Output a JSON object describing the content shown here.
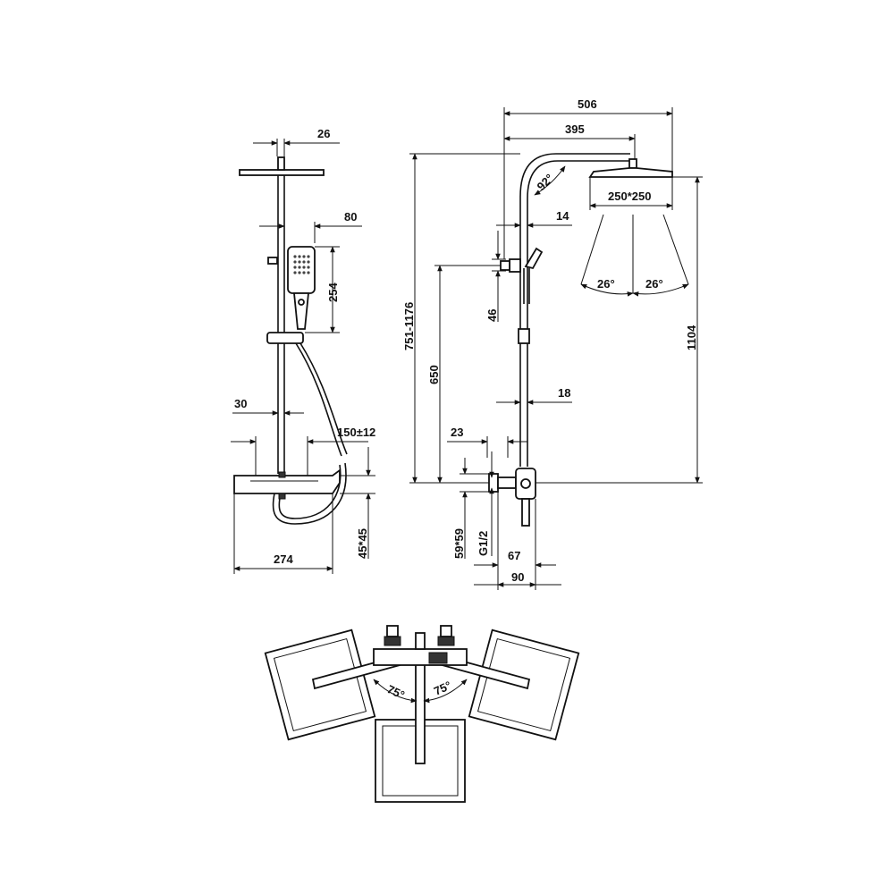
{
  "front_view": {
    "dim_top_pipe": "26",
    "dim_hand_shower_width": "80",
    "dim_hand_shower_height": "254",
    "dim_rail": "30",
    "dim_outlet": "150±12",
    "dim_valve_width": "274",
    "dim_valve_section": "45*45"
  },
  "side_view": {
    "dim_total_reach": "506",
    "dim_arm_reach": "395",
    "dim_head": "250*250",
    "dim_head_offset": "14",
    "dim_bend_angle": "92°",
    "dim_spray_left": "26°",
    "dim_spray_right": "26°",
    "dim_height_range": "751-1176",
    "dim_bracket": "46",
    "dim_bracket_height": "650",
    "dim_total_height": "1104",
    "dim_pipe": "18",
    "dim_wall_gap": "23",
    "dim_base": "59*59",
    "dim_thread": "G1/2",
    "dim_projection_a": "67",
    "dim_projection_b": "90"
  },
  "top_view": {
    "angle_left": "75°",
    "angle_right": "75°"
  }
}
